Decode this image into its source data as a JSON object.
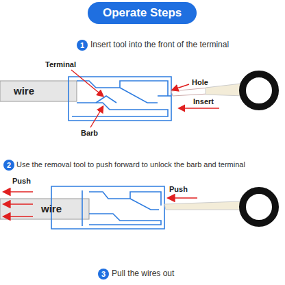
{
  "diagram": {
    "title": "Operate Steps",
    "nodes": [
      {
        "text": [
          "1"
        ]
      },
      {
        "text": [
          "2"
        ]
      },
      {
        "text": [
          "3"
        ]
      }
    ],
    "labels": [
      "Insert tool into the front of the terminal",
      "Terminal",
      "wire",
      "Hole",
      "Insert",
      "Barb",
      "Use the removal tool to push forward to unlock the barb and terminal",
      "Push",
      "wire",
      "Push",
      "Pull the wires out"
    ]
  }
}
